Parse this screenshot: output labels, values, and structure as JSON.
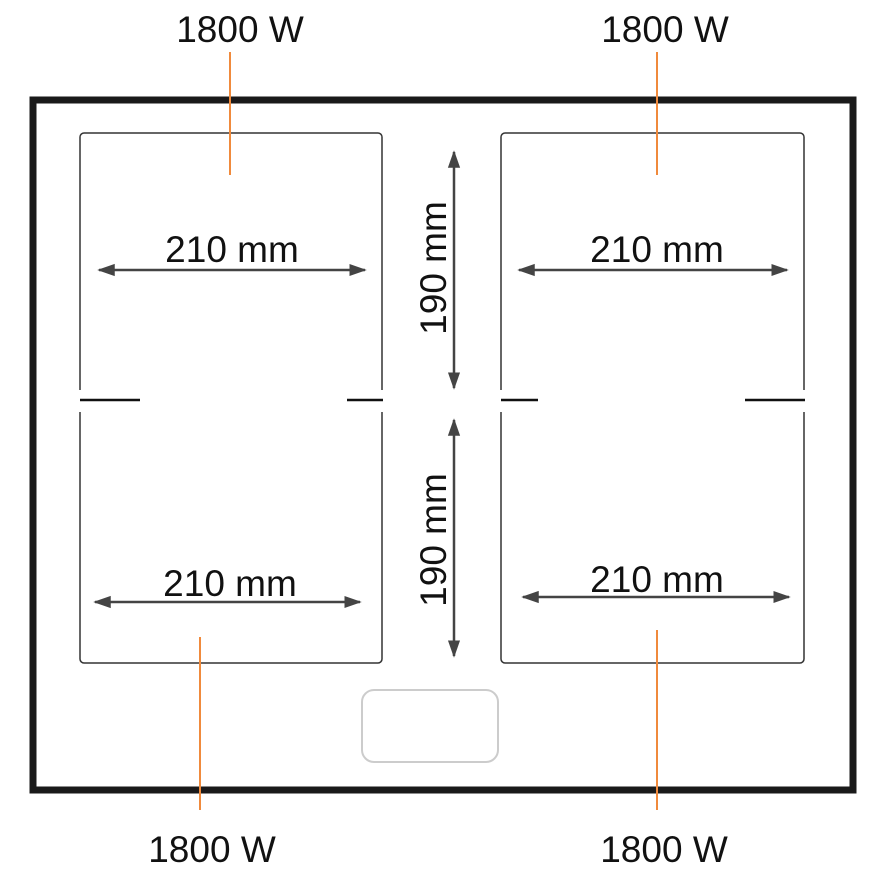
{
  "zones": [
    {
      "power": "1800 W",
      "width": "210 mm"
    },
    {
      "power": "1800 W",
      "width": "210 mm"
    },
    {
      "power": "1800 W",
      "width": "210 mm"
    },
    {
      "power": "1800 W",
      "width": "210 mm"
    }
  ],
  "depth_labels": [
    "190 mm",
    "190 mm"
  ],
  "colors": {
    "outline": "#1a1a1a",
    "zone_border": "#333333",
    "leader_line": "#f08a3c",
    "dimension_arrow": "#444444",
    "control_panel": "#cccccc"
  }
}
